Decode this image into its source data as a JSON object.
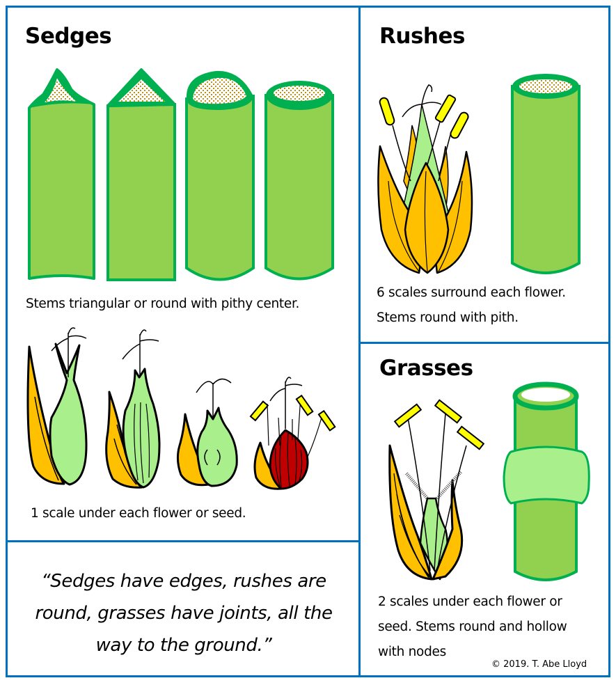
{
  "colors": {
    "border_blue": "#0070C0",
    "stem_fill": "#92D050",
    "stem_outline": "#00B050",
    "pith_dot": "#C0900F",
    "scale_orange": "#FFC000",
    "flower_pale_green": "#A9F08C",
    "anther_yellow": "#FFFF00",
    "seed_red": "#C00000"
  },
  "sedges": {
    "title": "Sedges",
    "stem_caption": "Stems triangular or round with pithy center.",
    "scale_caption": "1 scale under each flower or seed.",
    "stems": [
      "concave-triangular-stem",
      "triangular-stem",
      "rounded-triangular-stem",
      "round-stem"
    ],
    "flowers": [
      "sedge-flower-1",
      "sedge-flower-2",
      "sedge-flower-3",
      "sedge-flower-4-red-seed"
    ]
  },
  "rushes": {
    "title": "Rushes",
    "caption_line1": "6 scales surround each flower.",
    "caption_line2": "Stems round with pith."
  },
  "grasses": {
    "title": "Grasses",
    "caption_line1": "2 scales under each flower or",
    "caption_line2": "seed. Stems round and hollow",
    "caption_line3": "with nodes",
    "copyright": "© 2019. T. Abe Lloyd"
  },
  "quote": {
    "line1": "“Sedges have edges, rushes are",
    "line2": "round, grasses have joints, all the",
    "line3": "way to the ground.”"
  }
}
